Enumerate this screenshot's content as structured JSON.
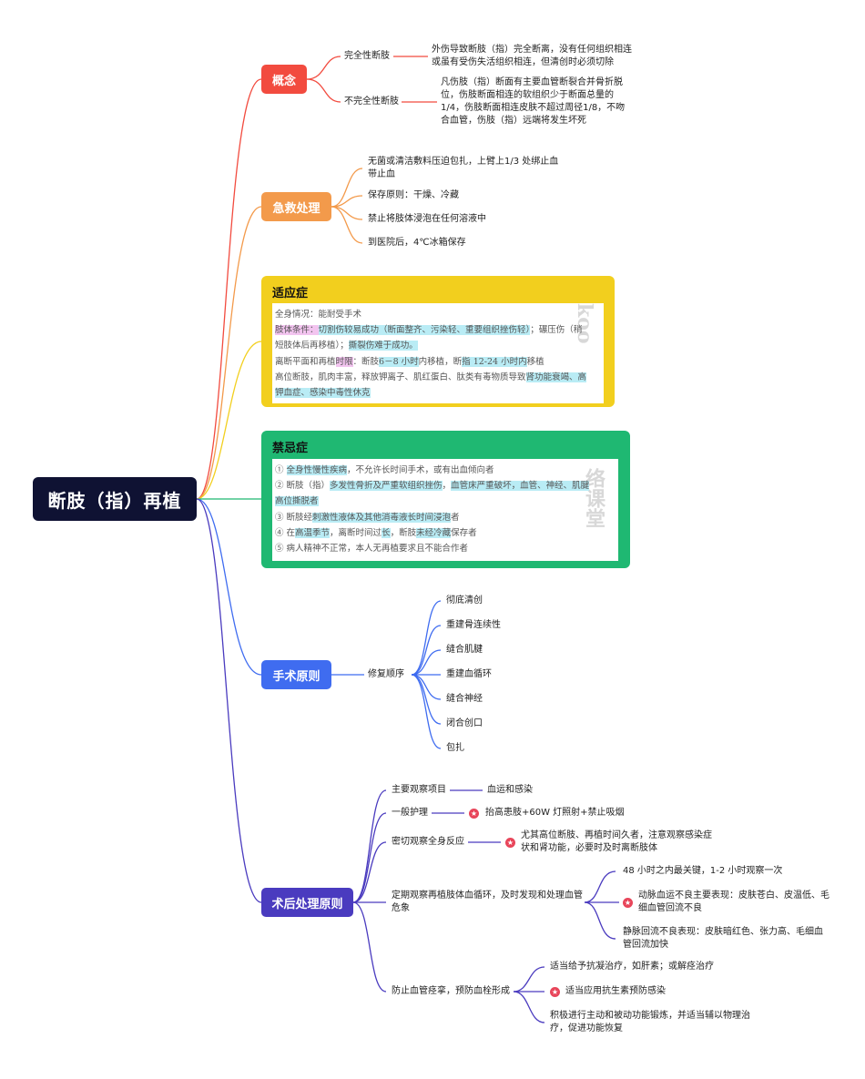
{
  "root": "断肢（指）再植",
  "colors": {
    "concept": "#f24b3f",
    "firstaid": "#f39a4b",
    "indication": "#f2cf1e",
    "contra": "#1fb872",
    "surgery": "#3f6cf0",
    "postop": "#4a3bbf",
    "root_bg": "#0f1233"
  },
  "concept": {
    "title": "概念",
    "complete_label": "完全性断肢",
    "complete_desc": "外伤导致断肢（指）完全断离，没有任何组织相连或虽有受伤失活组织相连，但清创时必须切除",
    "incomplete_label": "不完全性断肢",
    "incomplete_desc": "凡伤肢（指）断面有主要血管断裂合并骨折脱位，伤肢断面相连的软组织少于断面总量的1/4，伤肢断面相连皮肤不超过周径1/8，不吻合血管，伤肢（指）远端将发生坏死"
  },
  "firstaid": {
    "title": "急救处理",
    "items": [
      "无菌或清洁敷料压迫包扎，上臂上1/3 处绑止血带止血",
      "保存原则：干燥、冷藏",
      "禁止将肢体浸泡在任何溶液中",
      "到医院后，4℃冰箱保存"
    ]
  },
  "indication": {
    "title": "适应症",
    "l1": "全身情况：能耐受手术",
    "l2a": "肢体条件：",
    "l2b": "切割伤较易成功（断面整齐、污染轻、重要组织挫伤轻）",
    "l2c": "；碾压伤（稍",
    "l3a": "短肢体后再移植）；",
    "l3b": "撕裂伤难于成功。",
    "l4a": "离断平面和再植",
    "l4b": "时限",
    "l4c": "：断肢",
    "l4d": "6－8 小时",
    "l4e": "内移植，断",
    "l4f": "指 12-24 小时内",
    "l4g": "移植",
    "l5a": "高位断肢，肌肉丰富，释放钾离子、肌红蛋白、肽类有毒物质导致",
    "l5b": "肾功能衰竭、高",
    "l6": "钾血症、感染中毒性休克"
  },
  "contra": {
    "title": "禁忌症",
    "l1a": "① ",
    "l1b": "全身性慢性疾病",
    "l1c": "，不允许长时间手术，或有出血倾向者",
    "l2a": "② 断肢（指）",
    "l2b": "多发性骨折及严重软组织挫伤",
    "l2c": "，",
    "l2d": "血管床严重破坏，血管、神经、肌腱",
    "l3": "高位撕脱者",
    "l4a": "③ 断肢经",
    "l4b": "刺激性液体及其他消毒液长时间浸泡",
    "l4c": "者",
    "l5a": "④ 在",
    "l5b": "高温季节",
    "l5c": "，离断时间过",
    "l5d": "长",
    "l5e": "，断肢",
    "l5f": "未经冷藏",
    "l5g": "保存者",
    "l6": "⑤ 病人精神不正常，本人无再植要求且不能合作者"
  },
  "surgery": {
    "title": "手术原则",
    "order_label": "修复顺序",
    "steps": [
      "彻底清创",
      "重建骨连续性",
      "缝合肌腱",
      "重建血循环",
      "缝合神经",
      "闭合创口",
      "包扎"
    ]
  },
  "postop": {
    "title": "术后处理原则",
    "main_obs": "主要观察项目",
    "main_obs_value": "血运和感染",
    "general": "一般护理",
    "general_value": "抬高患肢+60W 灯照射+禁止吸烟",
    "systemic": "密切观察全身反应",
    "systemic_value": "尤其高位断肢、再植时间久者，注意观察感染症状和肾功能，必要时及时离断肢体",
    "periodic": "定期观察再植肢体血循环，及时发现和处理血管危象",
    "periodic_items": [
      "48 小时之内最关键，1-2 小时观察一次",
      "动脉血运不良主要表现：皮肤苍白、皮温低、毛细血管回流不良",
      "静脉回流不良表现：皮肤暗红色、张力高、毛细血管回流加快"
    ],
    "prevent": "防止血管痉挛，预防血栓形成",
    "prevent_items": [
      "适当给予抗凝治疗，如肝素；或解痉治疗",
      "适当应用抗生素预防感染",
      "积极进行主动和被动功能锻炼，并适当辅以物理治疗，促进功能恢复"
    ]
  }
}
